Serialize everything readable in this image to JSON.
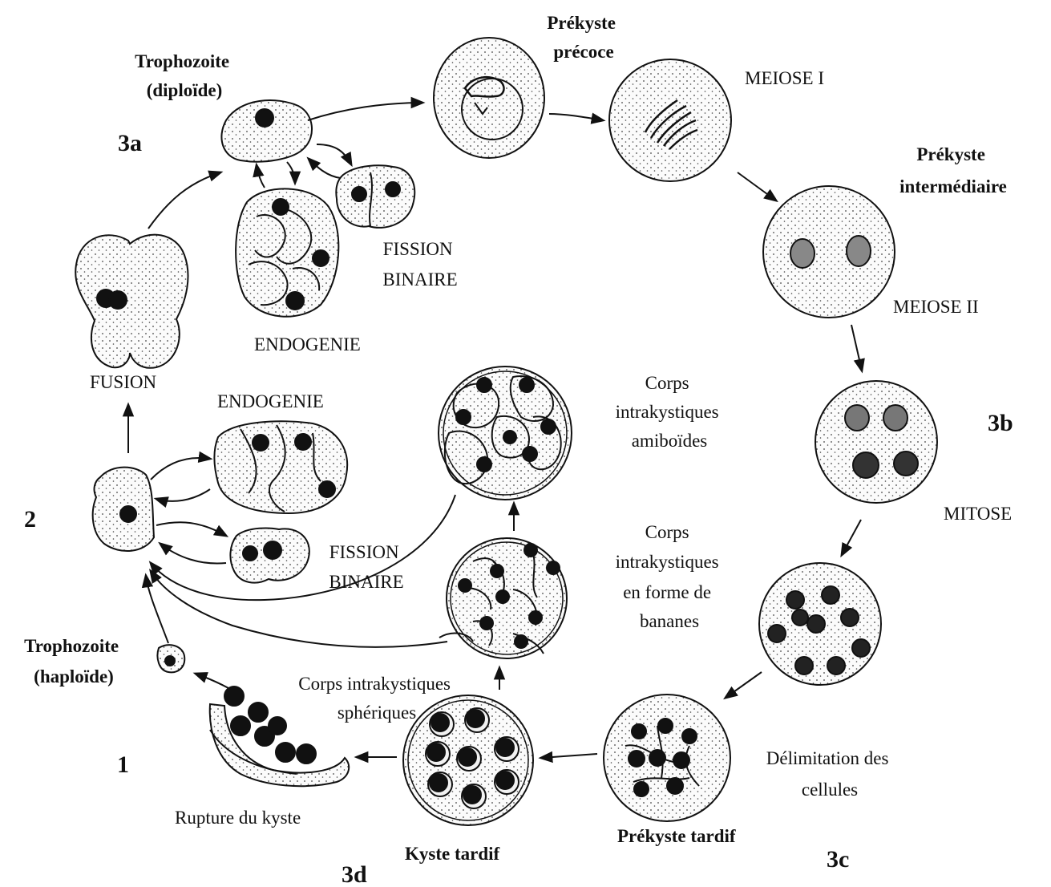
{
  "labels": {
    "troph_diploid": [
      "Trophozoite",
      "(diploïde)"
    ],
    "stage_3a": "3a",
    "prekyste_precoce": [
      "Prékyste",
      "précoce"
    ],
    "meiose1": "MEIOSE I",
    "prekyste_intermediaire": [
      "Prékyste",
      "intermédiaire"
    ],
    "meiose2": "MEIOSE II",
    "stage_3b": "3b",
    "mitose": "MITOSE",
    "delimitation": [
      "Délimitation des",
      "cellules"
    ],
    "prekyste_tardif": "Prékyste tardif",
    "stage_3c": "3c",
    "kyste_tardif": "Kyste tardif",
    "stage_3d": "3d",
    "rupture": "Rupture du kyste",
    "stage_1": "1",
    "troph_haploid": [
      "Trophozoite",
      "(haploïde)"
    ],
    "stage_2": "2",
    "fusion": "FUSION",
    "endogenie_top": "ENDOGENIE",
    "fission_top": [
      "FISSION",
      "BINAIRE"
    ],
    "endogenie_mid": "ENDOGENIE",
    "fission_mid": [
      "FISSION",
      "BINAIRE"
    ],
    "corps_amiboides": [
      "Corps",
      "intrakystiques",
      "amiboïdes"
    ],
    "corps_bananes": [
      "Corps",
      "intrakystiques",
      "en forme de",
      "bananes"
    ],
    "corps_spheriques": [
      "Corps intrakystiques",
      "sphériques"
    ]
  },
  "colors": {
    "ink": "#111111",
    "cytoplasm": "#f6f6f6",
    "nucleus": "#111111"
  }
}
